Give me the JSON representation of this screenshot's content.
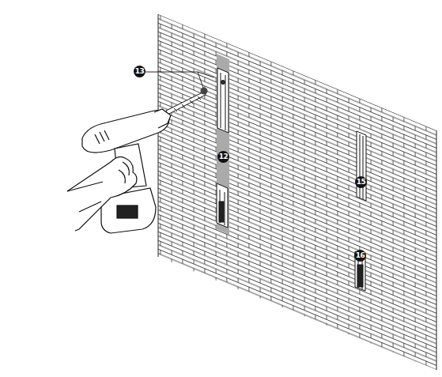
{
  "diagram": {
    "labels": [
      "13",
      "12",
      "15",
      "16"
    ]
  }
}
